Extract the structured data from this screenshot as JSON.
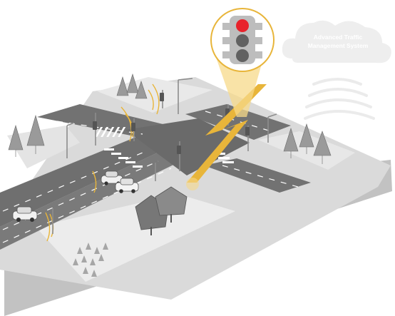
{
  "cloud": {
    "line1": "Advanced Traffic",
    "line2": "Management System"
  },
  "traffic_light": {
    "active_lamp": "red",
    "lamp_count": 3
  },
  "colors": {
    "red_light": "#e8222b",
    "accent_gold": "#e8b53a",
    "beam_gold": "#f7d98a",
    "road": "#6c6c6c",
    "ground": "#d9d9d9",
    "cloud": "#eeeeee"
  },
  "icons": [
    "traffic-light-icon",
    "cloud-icon",
    "wifi-signal-icon",
    "car-icon",
    "tree-icon",
    "lightning-bolt-icon"
  ]
}
